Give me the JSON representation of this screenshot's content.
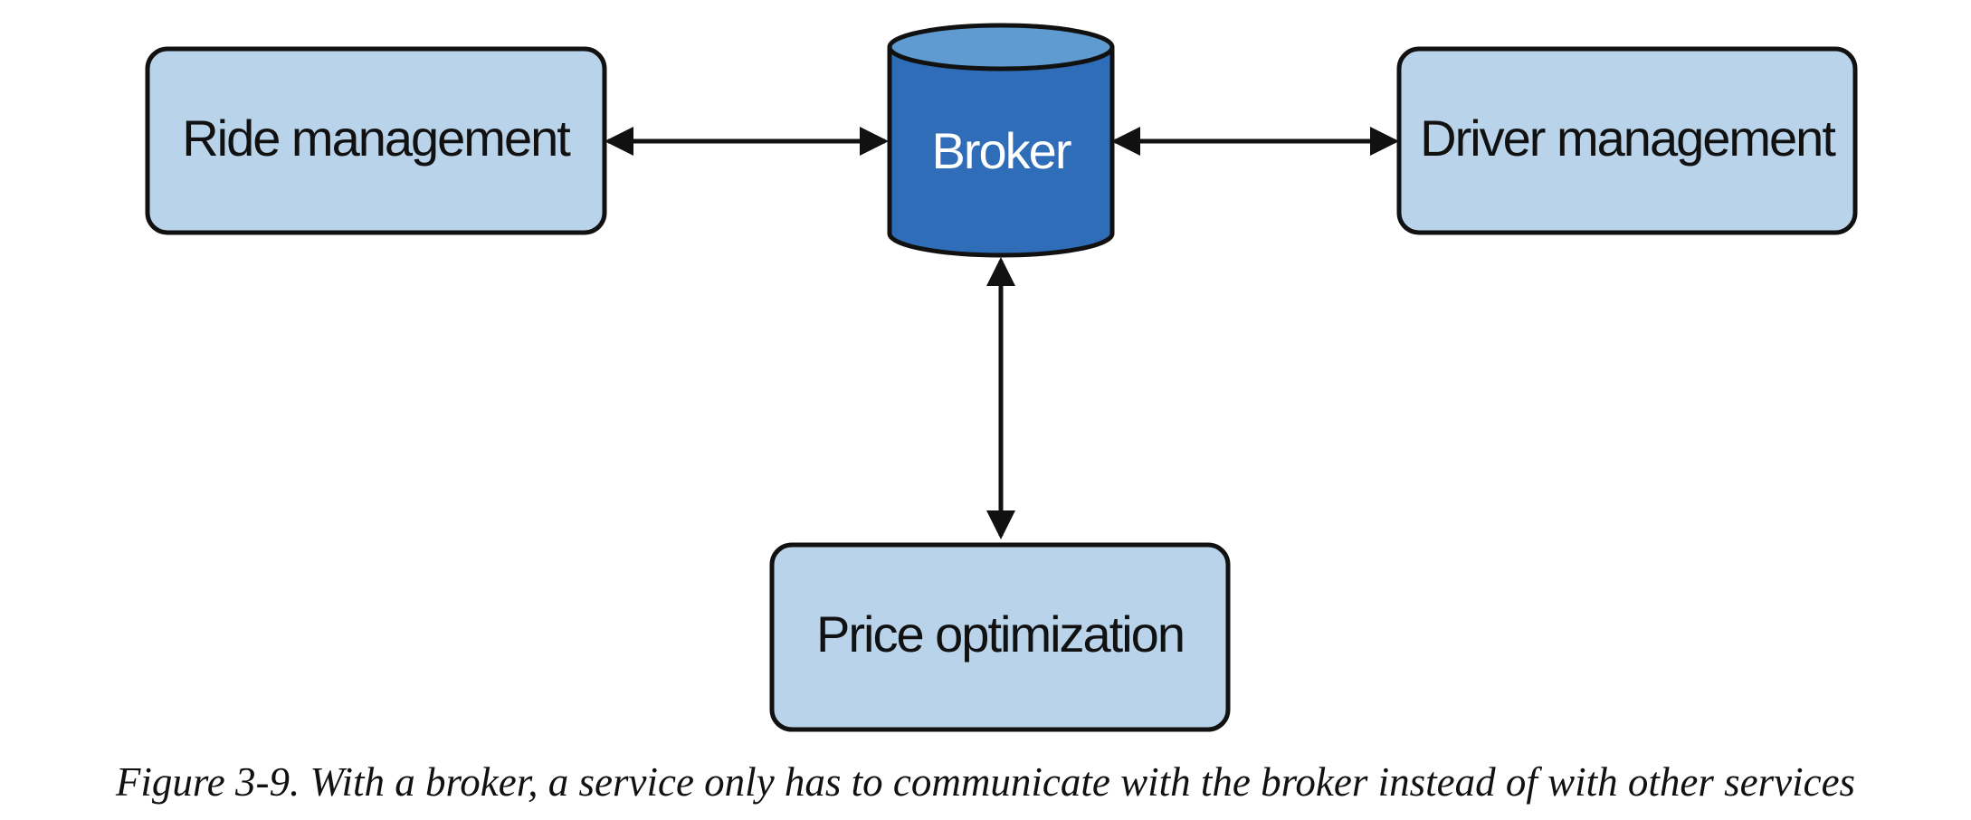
{
  "diagram": {
    "nodes": {
      "ride_management": "Ride management",
      "broker": "Broker",
      "driver_management": "Driver management",
      "price_optimization": "Price optimization"
    },
    "colors": {
      "service_fill": "#b8d3ea",
      "broker_fill": "#2f6db8",
      "broker_top": "#5f9bd0",
      "stroke": "#111111"
    },
    "edges": [
      {
        "from": "ride_management",
        "to": "broker",
        "direction": "both"
      },
      {
        "from": "broker",
        "to": "driver_management",
        "direction": "both"
      },
      {
        "from": "broker",
        "to": "price_optimization",
        "direction": "both"
      }
    ]
  },
  "caption": "Figure 3-9. With a broker, a service only has to communicate with the broker instead of with other services"
}
